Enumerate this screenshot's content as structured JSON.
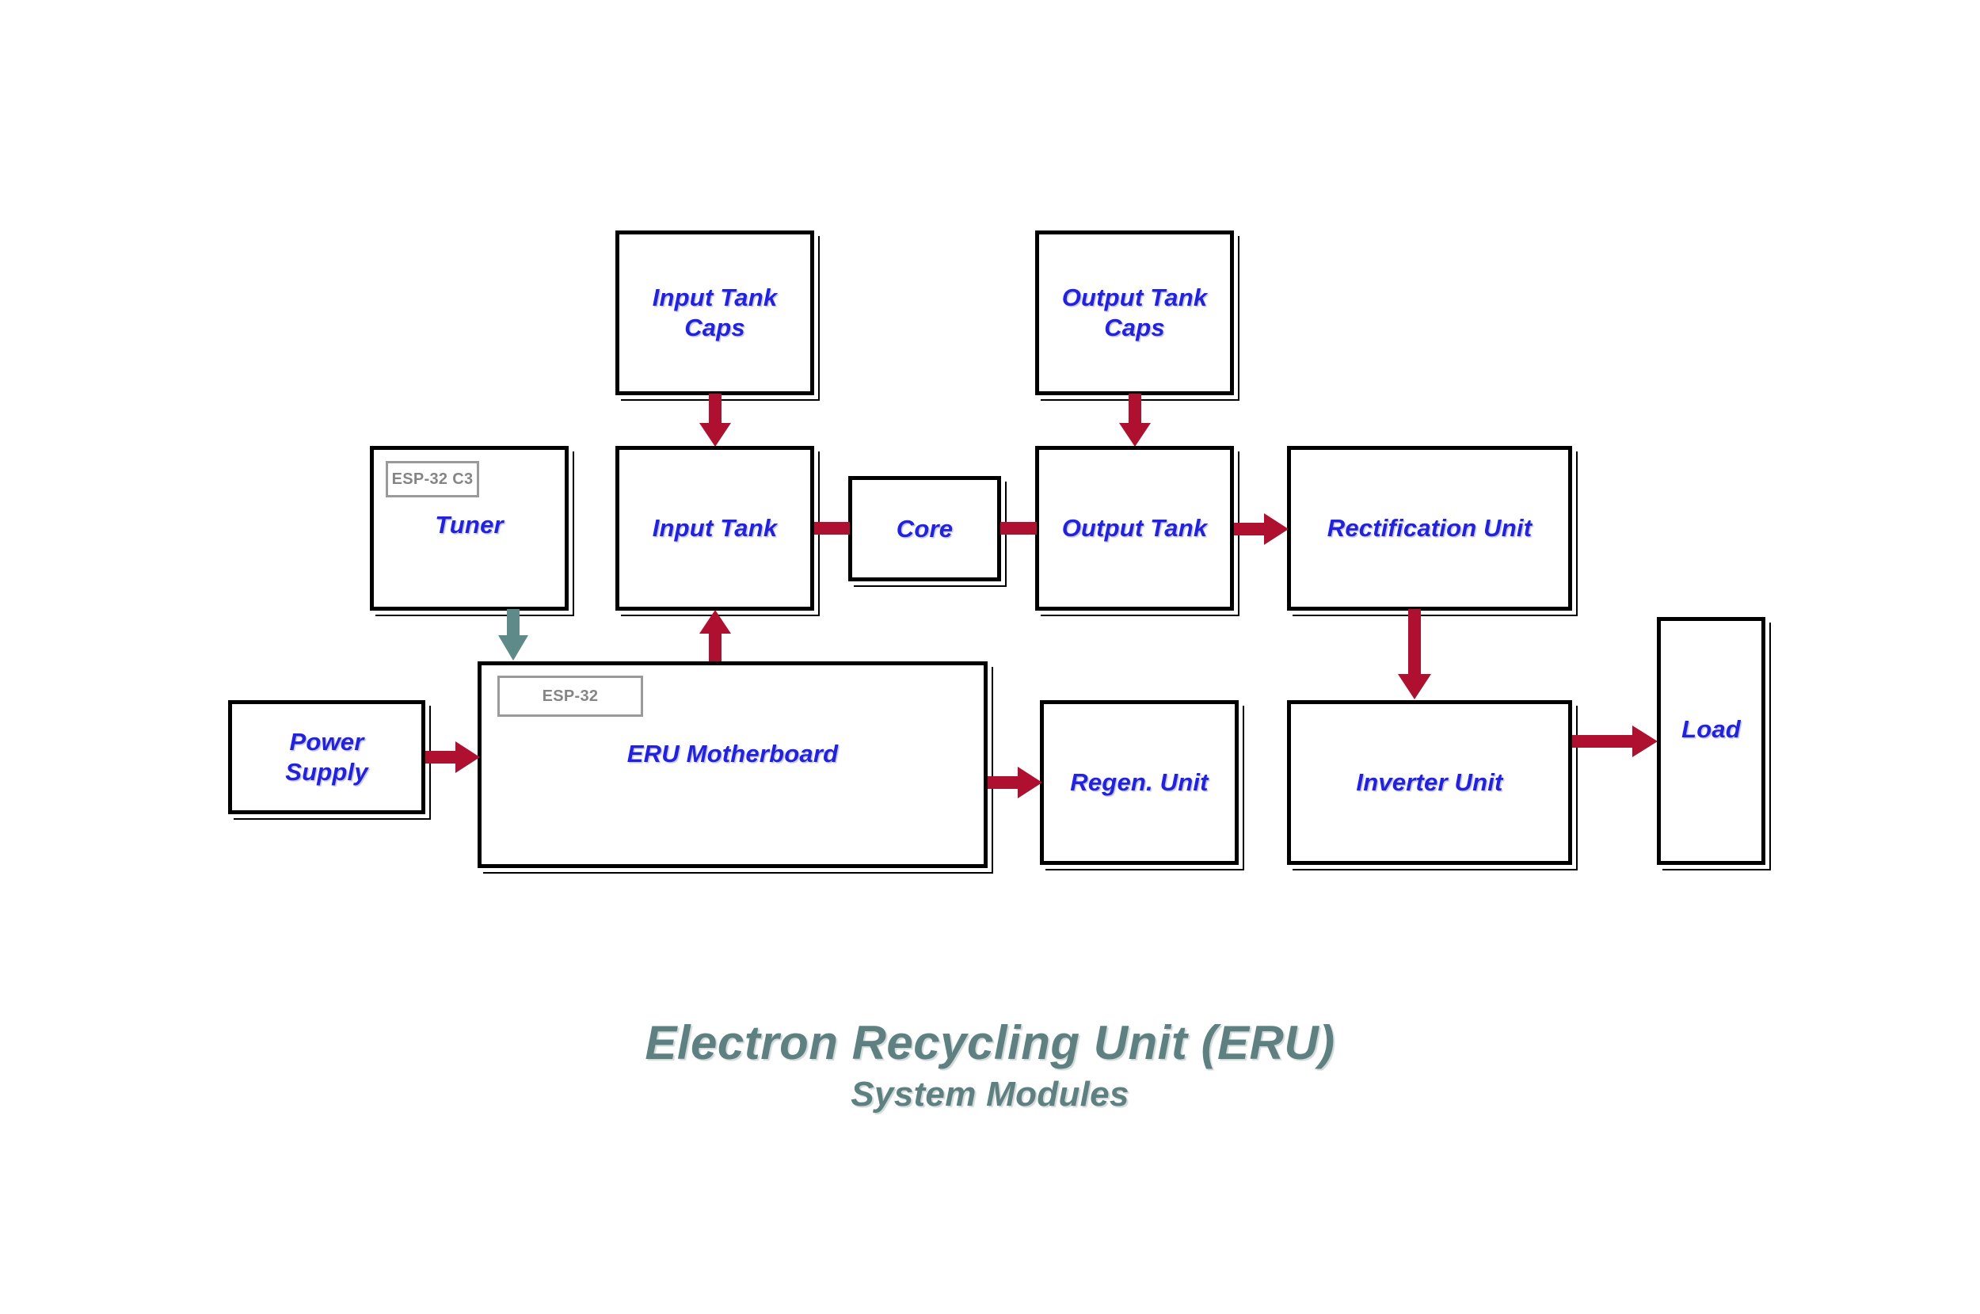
{
  "diagram": {
    "title": "Electron Recycling Unit (ERU)",
    "subtitle": "System Modules",
    "colors": {
      "box_border": "#000000",
      "box_fill": "#ffffff",
      "module_label": "#2222DD",
      "chip_border": "#9a9a9a",
      "chip_label": "#858585",
      "arrow_red": "#B01030",
      "arrow_teal": "#5F8A8A",
      "title": "#5F8080",
      "background": "#ffffff"
    },
    "modules": [
      {
        "id": "input-tank-caps",
        "label": "Input Tank\nCaps"
      },
      {
        "id": "output-tank-caps",
        "label": "Output Tank\nCaps"
      },
      {
        "id": "tuner",
        "label": "Tuner",
        "chip": "ESP-32 C3"
      },
      {
        "id": "input-tank",
        "label": "Input Tank"
      },
      {
        "id": "core",
        "label": "Core"
      },
      {
        "id": "output-tank",
        "label": "Output Tank"
      },
      {
        "id": "rectification-unit",
        "label": "Rectification Unit"
      },
      {
        "id": "eru-motherboard",
        "label": "ERU Motherboard",
        "chip": "ESP-32"
      },
      {
        "id": "power-supply",
        "label": "Power\nSupply"
      },
      {
        "id": "regen-unit",
        "label": "Regen. Unit"
      },
      {
        "id": "inverter-unit",
        "label": "Inverter Unit"
      },
      {
        "id": "load",
        "label": "Load"
      }
    ],
    "connections": [
      {
        "from": "input-tank-caps",
        "to": "input-tank",
        "style": "arrow",
        "color": "red",
        "direction": "down"
      },
      {
        "from": "output-tank-caps",
        "to": "output-tank",
        "style": "arrow",
        "color": "red",
        "direction": "down"
      },
      {
        "from": "tuner",
        "to": "eru-motherboard",
        "style": "arrow",
        "color": "teal",
        "direction": "down"
      },
      {
        "from": "eru-motherboard",
        "to": "input-tank",
        "style": "arrow",
        "color": "red",
        "direction": "up"
      },
      {
        "from": "input-tank",
        "to": "core",
        "style": "line",
        "color": "red",
        "direction": "right"
      },
      {
        "from": "core",
        "to": "output-tank",
        "style": "line",
        "color": "red",
        "direction": "right"
      },
      {
        "from": "output-tank",
        "to": "rectification-unit",
        "style": "arrow",
        "color": "red",
        "direction": "right"
      },
      {
        "from": "rectification-unit",
        "to": "inverter-unit",
        "style": "arrow",
        "color": "red",
        "direction": "down"
      },
      {
        "from": "power-supply",
        "to": "eru-motherboard",
        "style": "arrow",
        "color": "red",
        "direction": "right"
      },
      {
        "from": "eru-motherboard",
        "to": "regen-unit",
        "style": "arrow",
        "color": "red",
        "direction": "right"
      },
      {
        "from": "inverter-unit",
        "to": "load",
        "style": "arrow",
        "color": "red",
        "direction": "right"
      }
    ]
  }
}
